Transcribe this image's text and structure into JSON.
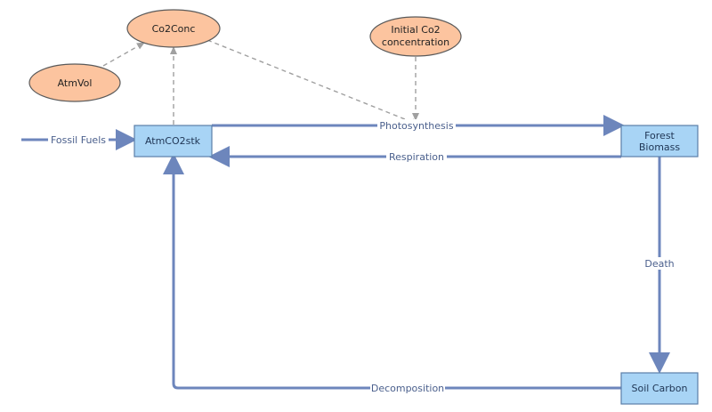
{
  "stocks": {
    "atm_co2": "AtmCO2stk",
    "forest_biomass": [
      "Forest",
      "Biomass"
    ],
    "soil_carbon": "Soil Carbon"
  },
  "auxiliaries": {
    "co2_conc": "Co2Conc",
    "atm_vol": "AtmVol",
    "initial_co2": [
      "Initial Co2",
      "concentration"
    ]
  },
  "flows": {
    "fossil_fuels": "Fossil Fuels",
    "photosynthesis": "Photosynthesis",
    "respiration": "Respiration",
    "death": "Death",
    "decomposition": "Decomposition"
  },
  "colors": {
    "stock_fill": "#a8d4f5",
    "auxiliary_fill": "#fcc49f",
    "flow_line": "#6d86bc",
    "link_line": "#a0a0a0"
  }
}
